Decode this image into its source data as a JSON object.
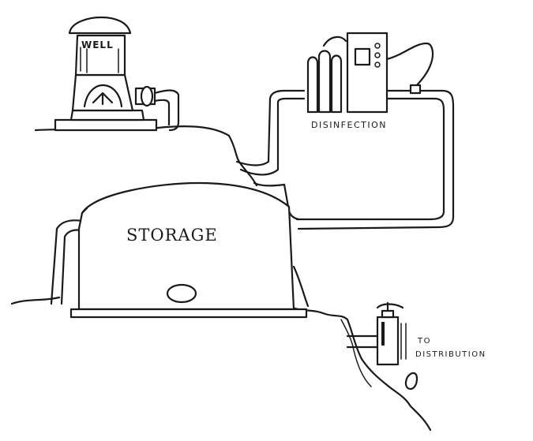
{
  "labels": {
    "well": "WELL",
    "disinfection": "DISINFECTION",
    "storage": "STORAGE",
    "to": "TO",
    "distribution": "DISTRIBUTION"
  }
}
